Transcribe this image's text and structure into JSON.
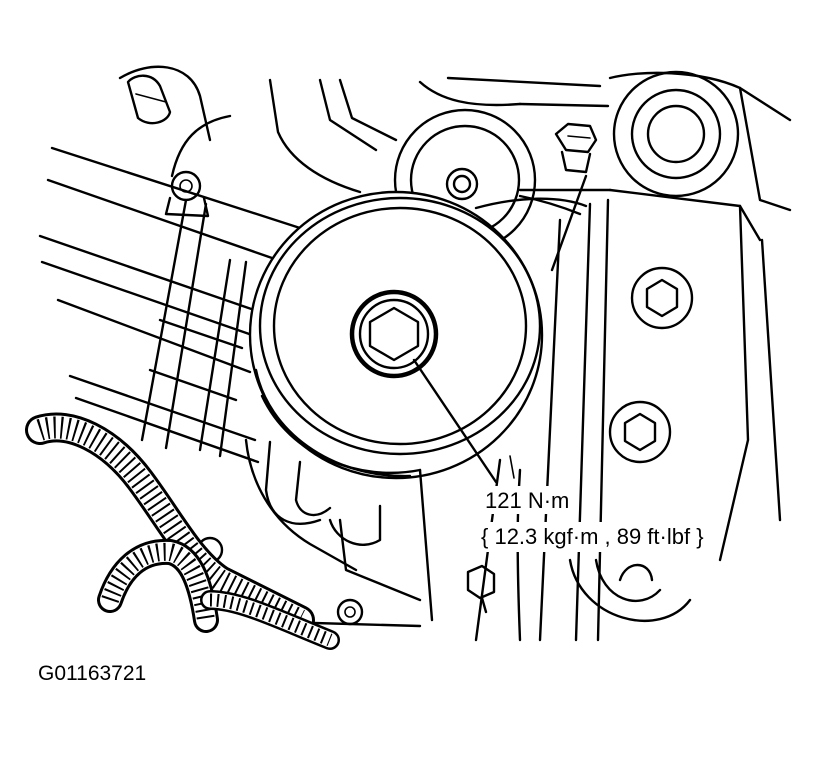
{
  "callout": {
    "torque_nm": "121 N·m",
    "torque_alt": "{ 12.3 kgf·m , 89 ft·lbf }"
  },
  "figure_id": "G01163721",
  "icons": [
    "hex-bolt-icon",
    "idler-pulley-icon",
    "wiring-harness-icon"
  ],
  "colors": {
    "line": "#000000",
    "background": "#ffffff"
  }
}
